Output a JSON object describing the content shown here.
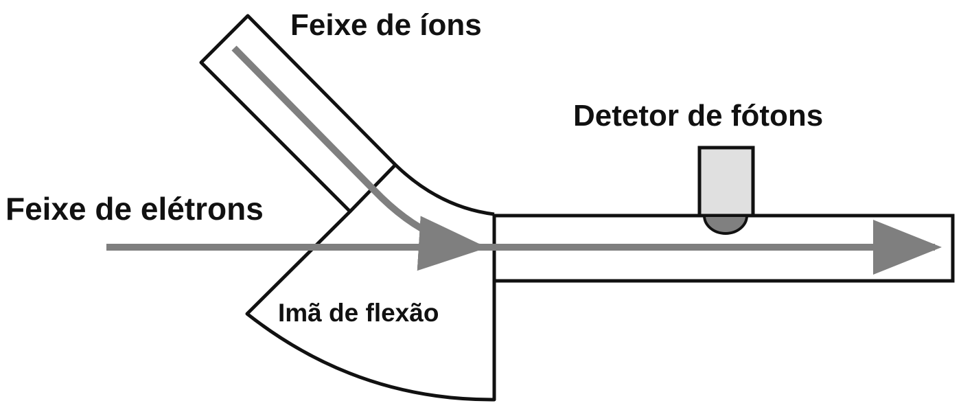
{
  "labels": {
    "ion_beam": "Feixe de íons",
    "photon_detector": "Detetor de fótons",
    "electron_beam": "Feixe de elétrons",
    "bending_magnet": "Imã de flexão"
  },
  "colors": {
    "outline": "#111111",
    "beam": "#7f7f7f",
    "detector_body": "#e0e0e0",
    "detector_tip": "#808080"
  }
}
